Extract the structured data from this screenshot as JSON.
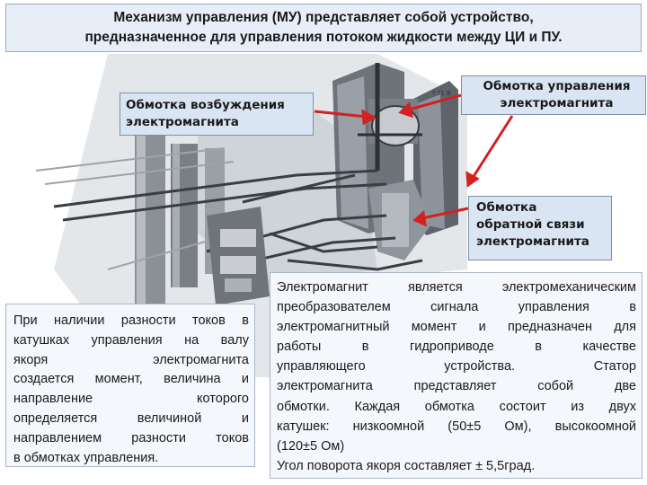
{
  "title": {
    "line1": "Механизм управления (МУ)  представляет собой устройство,",
    "line2": "предназначенное для управления потоком жидкости между ЦИ и ПУ."
  },
  "labels": {
    "excitation": [
      "Обмотка возбуждения",
      "электромагнита"
    ],
    "control": [
      "Обмотка управления",
      "электромагнита"
    ],
    "feedback": [
      "Обмотка",
      "обратной связи",
      "электромагнита"
    ]
  },
  "left_text": [
    "При наличии разности токов в",
    "катушках управления на валу",
    "якоря              электромагнита",
    "создается момент, величина и",
    "направление             которого",
    "определяется   величиной   и",
    "направлением разности токов",
    "в обмотках управления."
  ],
  "right_text": [
    "Электромагнит является электромеханическим",
    "преобразователем сигнала управления в",
    "электромагнитный момент и предназначен для",
    "работы в гидроприводе в качестве",
    "управляющего устройства. Статор",
    "электромагнита представляет собой две",
    "обмотки. Каждая обмотка состоит из двух",
    "катушек: низкоомной (50±5 Ом), высокоомной",
    "(120±5 Ом)",
    "Угол поворота якоря составляет ± 5,5град."
  ],
  "drawing_marks": {
    "scale_label": "↑71 В"
  },
  "colors": {
    "arrow": "#d42020",
    "label_bg": "#d9e5f3",
    "title_bg": "#e8eef7"
  }
}
